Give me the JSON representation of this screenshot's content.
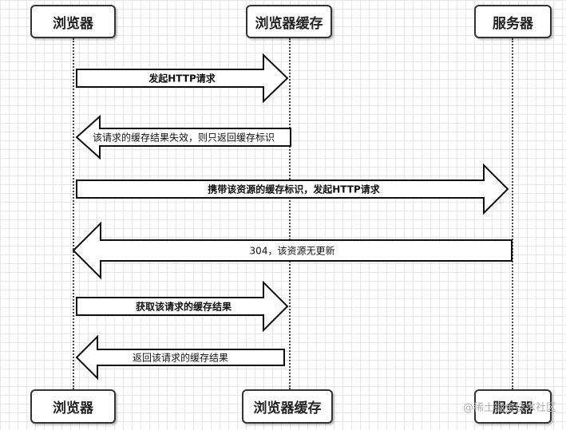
{
  "actors": {
    "browser": "浏览器",
    "cache": "浏览器缓存",
    "server": "服务器"
  },
  "messages": [
    {
      "id": "m1",
      "text": "发起HTTP请求",
      "from": "browser",
      "to": "cache"
    },
    {
      "id": "m2",
      "text": "该请求的缓存结果失效，则只返回缓存标识",
      "from": "cache",
      "to": "browser"
    },
    {
      "id": "m3",
      "text": "携带该资源的缓存标识，发起HTTP请求",
      "from": "browser",
      "to": "server"
    },
    {
      "id": "m4",
      "text": "304，该资源无更新",
      "from": "server",
      "to": "browser"
    },
    {
      "id": "m5",
      "text": "获取该请求的缓存结果",
      "from": "browser",
      "to": "cache"
    },
    {
      "id": "m6",
      "text": "返回该请求的缓存结果",
      "from": "cache",
      "to": "browser"
    }
  ],
  "watermark": "@稀土掘金技术社区"
}
